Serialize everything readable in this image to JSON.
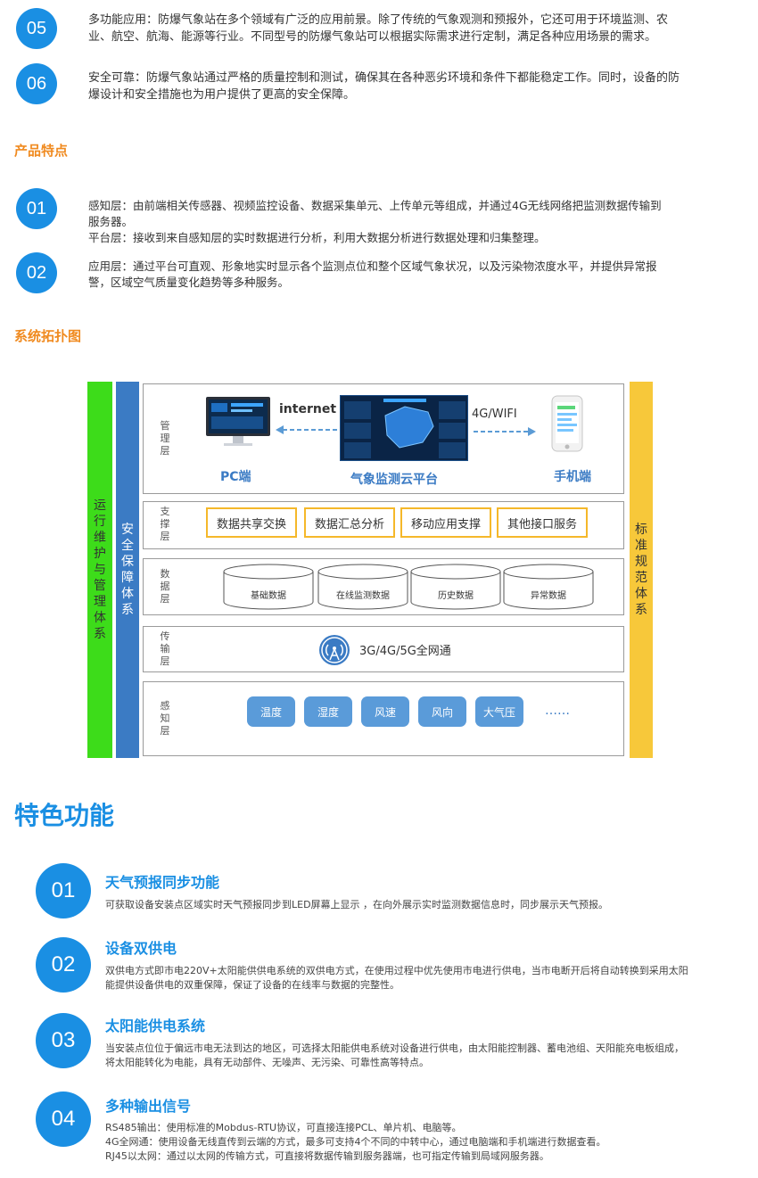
{
  "top_items": [
    {
      "num": "05",
      "lines": [
        "多功能应用：防爆气象站在多个领域有广泛的应用前景。除了传统的气象观测和预报外，它还可用于环境监测、农",
        "业、航空、航海、能源等行业。不同型号的防爆气象站可以根据实际需求进行定制，满足各种应用场景的需求。"
      ]
    },
    {
      "num": "06",
      "lines": [
        "安全可靠：防爆气象站通过严格的质量控制和测试，确保其在各种恶劣环境和条件下都能稳定工作。同时，设备的防",
        "爆设计和安全措施也为用户提供了更高的安全保障。"
      ]
    }
  ],
  "features_section": {
    "title": "产品特点",
    "items": [
      {
        "num": "01",
        "lines": [
          "感知层：由前端相关传感器、视频监控设备、数据采集单元、上传单元等组成，并通过4G无线网络把监测数据传输到",
          "服务器。",
          "平台层：接收到来自感知层的实时数据进行分析，利用大数据分析进行数据处理和归集整理。"
        ]
      },
      {
        "num": "02",
        "lines": [
          "应用层：通过平台可直观、形象地实时显示各个监测点位和整个区域气象状况，以及污染物浓度水平，并提供异常报",
          "警，区域空气质量变化趋势等多种服务。"
        ]
      }
    ]
  },
  "topology": {
    "title": "系统拓扑图",
    "left_bar": "运行维护与管理体系",
    "second_bar": "安全保障体系",
    "right_bar": "标准规范体系",
    "colors": {
      "left_bar": "#3ddc1a",
      "second_bar": "#3b7bc4",
      "right_bar": "#f7c83a"
    },
    "mgmt": {
      "label": "管理层",
      "internet": "internet",
      "wifi": "4G/WIFI",
      "pc": "PC端",
      "cloud": "气象监测云平台",
      "phone": "手机端"
    },
    "support": {
      "label": "支撑层",
      "boxes": [
        "数据共享交换",
        "数据汇总分析",
        "移动应用支撑",
        "其他接口服务"
      ]
    },
    "data": {
      "label": "数据层",
      "dbs": [
        "基础数据",
        "在线监测数据",
        "历史数据",
        "异常数据"
      ]
    },
    "transport": {
      "label": "传输层",
      "text": "3G/4G/5G全网通"
    },
    "sense": {
      "label": "感知层",
      "sensors": [
        "温度",
        "湿度",
        "风速",
        "风向",
        "大气压"
      ],
      "more": "……"
    }
  },
  "special": {
    "title": "特色功能",
    "items": [
      {
        "num": "01",
        "head": "天气预报同步功能",
        "lines": [
          "可获取设备安装点区域实时天气预报同步到LED屏幕上显示 ，在向外展示实时监测数据信息时，同步展示天气预报。"
        ]
      },
      {
        "num": "02",
        "head": "设备双供电",
        "lines": [
          "双供电方式即市电220V+太阳能供供电系统的双供电方式，在使用过程中优先使用市电进行供电，当市电断开后将自动转换到采用太阳",
          "能提供设备供电的双重保障，保证了设备的在线率与数据的完整性。"
        ]
      },
      {
        "num": "03",
        "head": "太阳能供电系统",
        "lines": [
          "当安装点位位于偏远市电无法到达的地区，可选择太阳能供电系统对设备进行供电，由太阳能控制器、蓄电池组、天阳能充电板组成，",
          "将太阳能转化为电能，具有无动部件、无噪声、无污染、可靠性高等特点。"
        ]
      },
      {
        "num": "04",
        "head": "多种输出信号",
        "lines": [
          "RS485输出：使用标准的Mobdus-RTU协议，可直接连接PCL、单片机、电脑等。",
          "4G全网通：使用设备无线直传到云端的方式，最多可支持4个不同的中转中心，通过电脑端和手机端进行数据查看。",
          "RJ45以太网：通过以太网的传输方式，可直接将数据传输到服务器端，也可指定传输到局域网服务器。"
        ]
      }
    ]
  }
}
